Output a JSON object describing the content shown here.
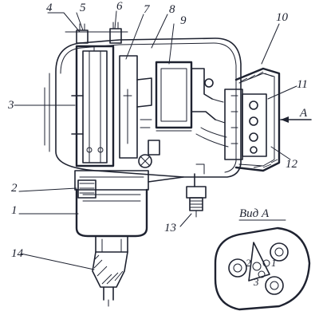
{
  "callouts": {
    "c1": "1",
    "c2": "2",
    "c3": "3",
    "c4": "4",
    "c5": "5",
    "c6": "6",
    "c7": "7",
    "c8": "8",
    "c9": "9",
    "c10": "10",
    "c11": "11",
    "c12": "12",
    "c13": "13",
    "c14": "14"
  },
  "view": {
    "title": "Вид А",
    "arrow_letter": "А",
    "pin_1": "1",
    "pin_2": "2",
    "pin_3": "3"
  }
}
